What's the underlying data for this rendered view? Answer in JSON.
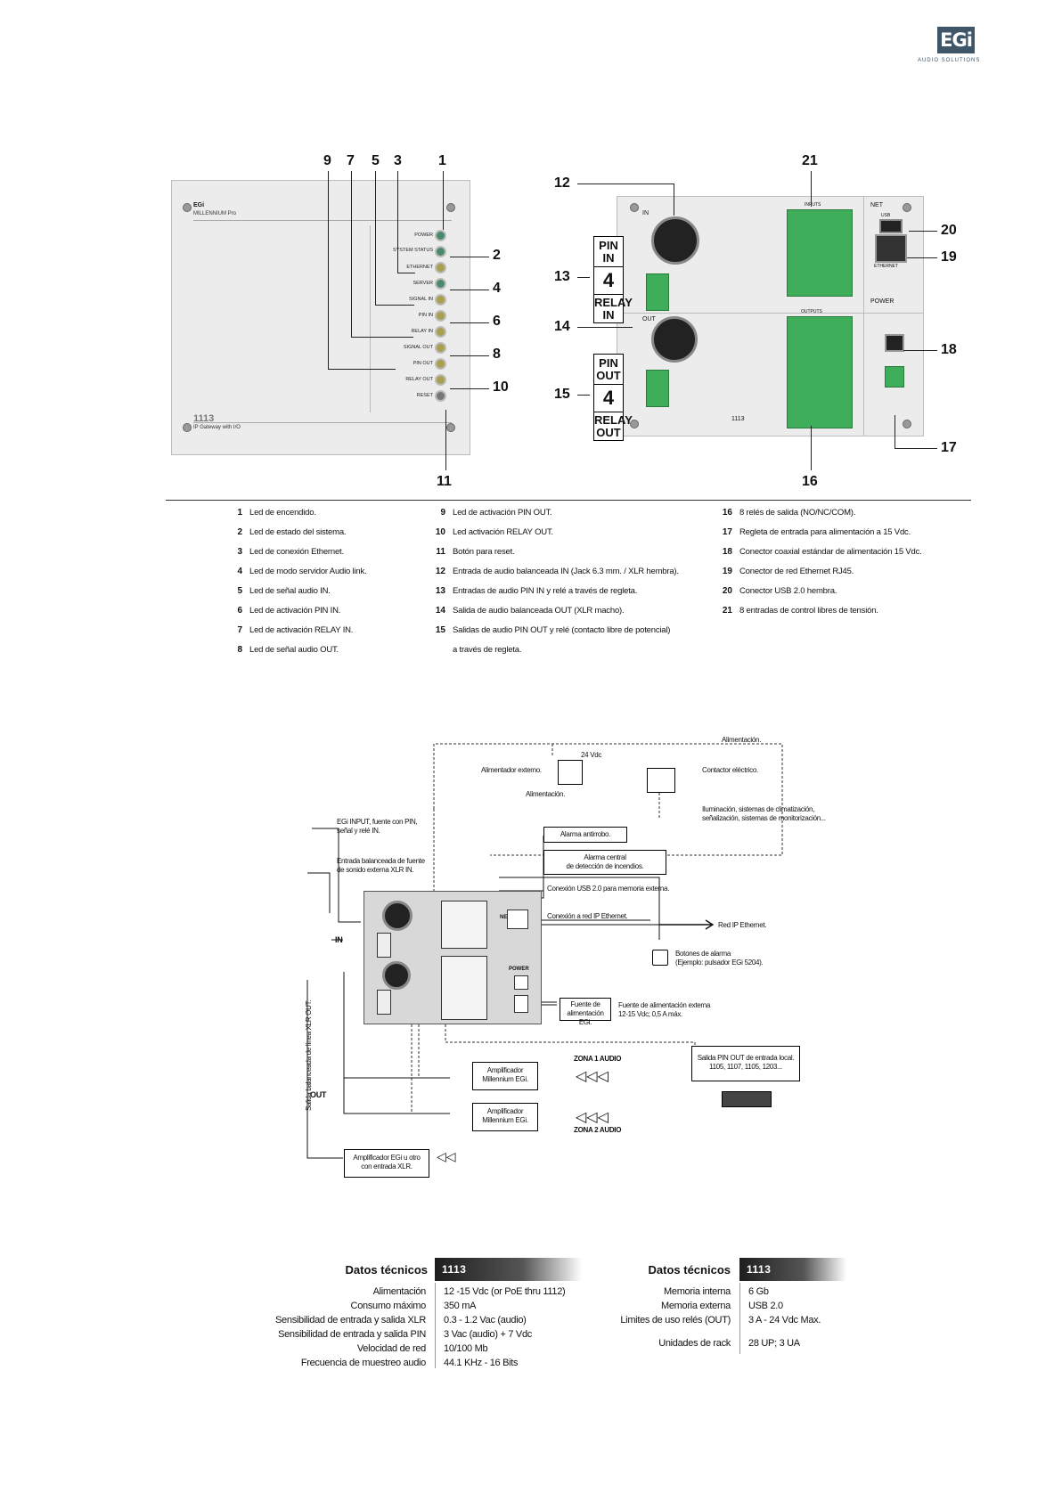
{
  "logo": {
    "mark": "EGi",
    "subtitle": "AUDIO SOLUTIONS"
  },
  "front_panel": {
    "brand": "EGi",
    "model_name": "MILLENNIUM Pro",
    "model_number": "1113",
    "product_desc": "IP Gateway with I/O",
    "leds": [
      "POWER",
      "SYSTEM STATUS",
      "ETHERNET",
      "SERVER",
      "SIGNAL IN",
      "PIN IN",
      "RELAY IN",
      "SIGNAL OUT",
      "PIN OUT",
      "RELAY OUT",
      "RESET"
    ],
    "callouts_top": [
      "9",
      "7",
      "5",
      "3",
      "1"
    ],
    "callouts_right": [
      "2",
      "4",
      "6",
      "8",
      "10"
    ],
    "callout_bottom": "11"
  },
  "rear_panel": {
    "in_label": "IN",
    "out_label": "OUT",
    "net_label": "NET",
    "usb_label": "USB",
    "ethernet_label": "ETHERNET",
    "power_label": "POWER",
    "inputs_label": "INPUTS",
    "outputs_label": "OUTPUTS",
    "model_number": "1113",
    "pin_in_box": {
      "line1": "PIN",
      "line2": "IN",
      "num": "4",
      "line3": "RELAY",
      "line4": "IN"
    },
    "pin_out_box": {
      "line1": "PIN",
      "line2": "OUT",
      "num": "4",
      "line3": "RELAY",
      "line4": "OUT"
    },
    "callouts": {
      "c12": "12",
      "c13": "13",
      "c14": "14",
      "c15": "15",
      "c16": "16",
      "c17": "17",
      "c18": "18",
      "c19": "19",
      "c20": "20",
      "c21": "21"
    }
  },
  "legend": {
    "col1": [
      {
        "num": "1",
        "text": "Led de encendido."
      },
      {
        "num": "2",
        "text": "Led de estado del sistema."
      },
      {
        "num": "3",
        "text": "Led de conexión Ethernet."
      },
      {
        "num": "4",
        "text": "Led de modo servidor Audio link."
      },
      {
        "num": "5",
        "text": "Led de señal audio IN."
      },
      {
        "num": "6",
        "text": "Led de activación PIN IN."
      },
      {
        "num": "7",
        "text": "Led de activación RELAY IN."
      },
      {
        "num": "8",
        "text": "Led de señal audio OUT."
      }
    ],
    "col2": [
      {
        "num": "9",
        "text": "Led de activación PIN OUT."
      },
      {
        "num": "10",
        "text": "Led activación RELAY OUT."
      },
      {
        "num": "11",
        "text": "Botón para reset."
      },
      {
        "num": "12",
        "text": "Entrada de audio balanceada IN (Jack 6.3 mm. / XLR hembra)."
      },
      {
        "num": "13",
        "text": "Entradas de audio PIN IN y relé a través de regleta."
      },
      {
        "num": "14",
        "text": "Salida de audio balanceada OUT (XLR macho)."
      },
      {
        "num": "15",
        "text": "Salidas de audio PIN OUT y relé (contacto libre de potencial)"
      },
      {
        "num": "",
        "text": "a través de regleta."
      }
    ],
    "col3": [
      {
        "num": "16",
        "text": "8 relés de salida (NO/NC/COM)."
      },
      {
        "num": "17",
        "text": "Regleta de entrada para alimentación a 15 Vdc."
      },
      {
        "num": "18",
        "text": "Conector coaxial estándar de alimentación 15 Vdc."
      },
      {
        "num": "19",
        "text": "Conector de red Ethernet RJ45."
      },
      {
        "num": "20",
        "text": "Conector USB 2.0 hembra."
      },
      {
        "num": "21",
        "text": "8 entradas de control libres de tensión."
      }
    ]
  },
  "diagram": {
    "alimentacion_top": "Alimentación.",
    "vdc24": "24 Vdc",
    "alimentador_externo": "Alimentador externo.",
    "alimentacion_below": "Alimentación.",
    "contactor": "Contactor eléctrico.",
    "iluminacion_1": "Iluminación, sistemas de climatización,",
    "iluminacion_2": "señalización, sistemas de monitorización...",
    "egi_input_1": "EGi INPUT, fuente con PIN,",
    "egi_input_2": "señal y relé IN.",
    "entrada_bal_1": "Entrada balanceada de fuente",
    "entrada_bal_2": "de sonido externa XLR IN.",
    "in_label": "IN",
    "out_label": "OUT",
    "alarma_antirrobo": "Alarma antirrobo.",
    "alarma_central_1": "Alarma central",
    "alarma_central_2": "de detección de incendios.",
    "conexion_usb": "Conexión USB 2.0 para memoria externa.",
    "conexion_red": "Conexión a red IP Ethernet.",
    "red_ip": "Red IP Ethernet.",
    "botones_1": "Botones de alarma",
    "botones_2": "(Ejemplo: pulsador EGi 5204).",
    "fuente_box_1": "Fuente de",
    "fuente_box_2": "alimentación EGi.",
    "fuente_ext_1": "Fuente de alimentación externa",
    "fuente_ext_2": "12-15 Vdc; 0,5 A máx.",
    "salida_pin_1": "Salida PIN OUT de entrada local.",
    "salida_pin_2": "1105, 1107, 1105, 1203...",
    "amp1_1": "Amplificador",
    "amp1_2": "Millennium EGi.",
    "amp2_1": "Amplificador",
    "amp2_2": "Millennium EGi.",
    "zona1": "ZONA 1 AUDIO",
    "zona2": "ZONA 2 AUDIO",
    "amp_xlr_1": "Amplificador EGi u otro",
    "amp_xlr_2": "con entrada XLR.",
    "salida_xlr_vertical": "Salida balanceada de línea XLR OUT.",
    "net_label": "NET",
    "power_label": "POWER"
  },
  "specs_left": {
    "title": "Datos técnicos",
    "model": "1113",
    "rows": [
      {
        "label": "Alimentación",
        "value": "12 -15 Vdc (or PoE thru 1112)"
      },
      {
        "label": "Consumo máximo",
        "value": "350 mA"
      },
      {
        "label": "Sensibilidad de entrada y salida XLR",
        "value": "0.3 - 1.2 Vac (audio)"
      },
      {
        "label": "Sensibilidad de entrada y salida PIN",
        "value": "3 Vac (audio) + 7 Vdc"
      },
      {
        "label": "Velocidad de red",
        "value": "10/100 Mb"
      },
      {
        "label": "Frecuencia de muestreo audio",
        "value": "44.1 KHz - 16 Bits"
      }
    ]
  },
  "specs_right": {
    "title": "Datos técnicos",
    "model": "1113",
    "rows": [
      {
        "label": "Memoria interna",
        "value": "6 Gb"
      },
      {
        "label": "Memoria externa",
        "value": "USB 2.0"
      },
      {
        "label": "Limites de uso relés (OUT)",
        "value": "3 A - 24 Vdc Max."
      }
    ],
    "extra_row": {
      "label": "Unidades de rack",
      "value": "28 UP; 3 UA"
    }
  }
}
